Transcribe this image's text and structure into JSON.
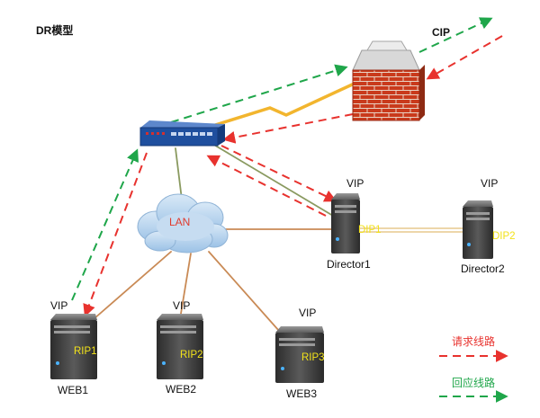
{
  "title": "DR模型",
  "client_label": "CIP",
  "cloud_label": "LAN",
  "directors": [
    {
      "name": "Director1",
      "vip": "VIP",
      "ip": "DIP1"
    },
    {
      "name": "Director2",
      "vip": "VIP",
      "ip": "DIP2"
    }
  ],
  "servers": [
    {
      "name": "WEB1",
      "vip": "VIP",
      "ip": "RIP1"
    },
    {
      "name": "WEB2",
      "vip": "VIP",
      "ip": "RIP2"
    },
    {
      "name": "WEB3",
      "vip": "VIP",
      "ip": "RIP3"
    }
  ],
  "legend": {
    "request": {
      "label": "请求线路",
      "color": "#e8322e"
    },
    "response": {
      "label": "回应线路",
      "color": "#1fa64a"
    }
  },
  "colors": {
    "wire": "#c98a55",
    "wan": "#f2b52e",
    "switch": "#1f4f9e",
    "cloud": "#b9d6ef"
  }
}
